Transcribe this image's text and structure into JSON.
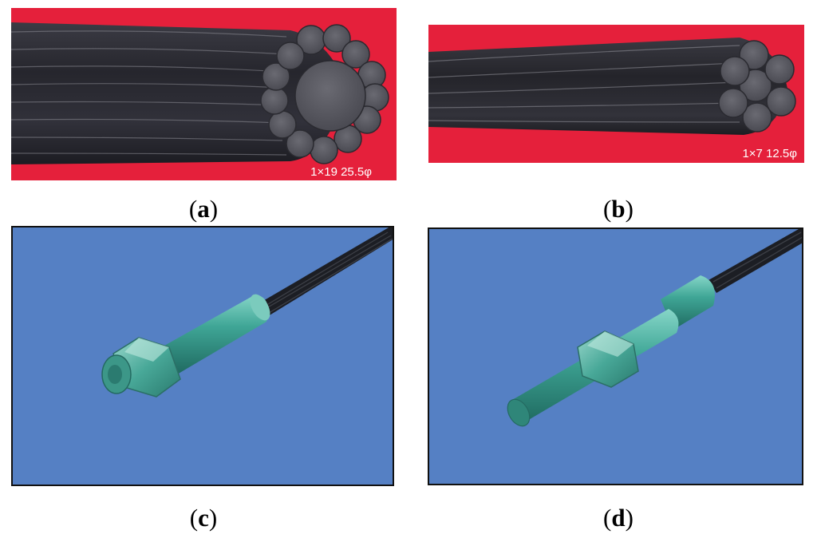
{
  "figure": {
    "panels": [
      {
        "id": "a",
        "caption_letter": "a",
        "label": "1×19 25.5φ",
        "background": "#e5203b"
      },
      {
        "id": "b",
        "caption_letter": "b",
        "label": "1×7 12.5φ",
        "background": "#e5203b"
      },
      {
        "id": "c",
        "caption_letter": "c",
        "background": "#5580c4"
      },
      {
        "id": "d",
        "caption_letter": "d",
        "background": "#5580c4"
      }
    ],
    "colors": {
      "red_backdrop": "#e5203b",
      "blue_backdrop": "#5580c4",
      "strand_dark": "#2c2c34",
      "fitting_teal": "#3ea396"
    }
  }
}
